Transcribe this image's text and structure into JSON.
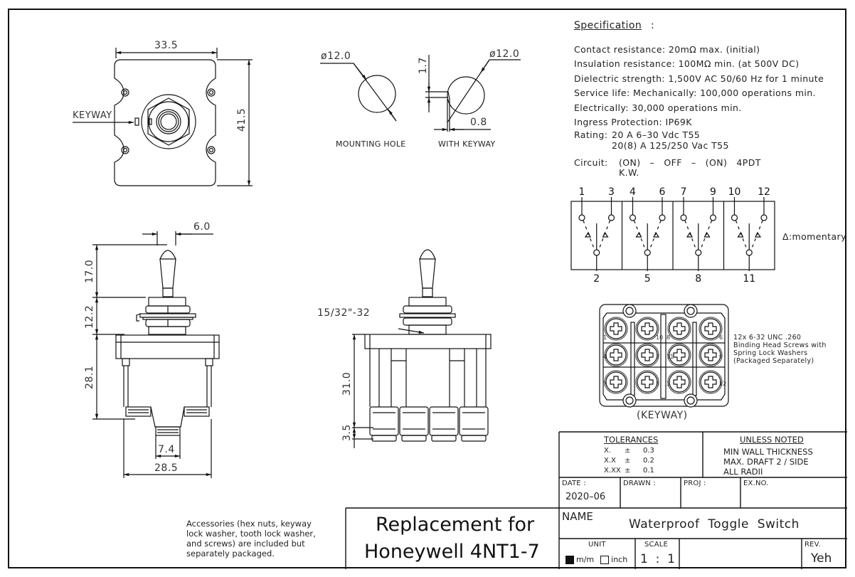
{
  "views": {
    "front": {
      "width_dim": "33.5",
      "height_dim": "41.5",
      "keyway_label": "KEYWAY"
    },
    "mounting_hole": {
      "diameter_dim": "ø12.0",
      "caption": "MOUNTING HOLE"
    },
    "with_keyway": {
      "diameter_dim": "ø12.0",
      "keyway_height_dim": "1.7",
      "keyway_width_dim": "0.8",
      "caption": "WITH KEYWAY"
    },
    "side_left": {
      "lever_width_dim": "6.0",
      "lever_height_dim": "17.0",
      "bushing_height_dim": "12.2",
      "body_height_dim": "28.1",
      "terminal_width_dim": "7.4",
      "body_width_dim": "28.5"
    },
    "side_right": {
      "thread_label": "15/32\"-32",
      "body_height_dim": "31.0",
      "terminal_height_dim": "3.5"
    },
    "bottom": {
      "caption": "(KEYWAY)",
      "terminal_numbers": [
        "1",
        "4",
        "7",
        "10",
        "2",
        "5",
        "8",
        "11",
        "3",
        "6",
        "9",
        "12"
      ],
      "screw_note": [
        "12x 6-32 UNC .260",
        "Binding Head Screws with",
        "Spring Lock Washers",
        "(Packaged Separately)"
      ]
    }
  },
  "specification": {
    "title": "Specification",
    "colon": ":",
    "lines": [
      "Contact resistance: 20mΩ max. (initial)",
      "Insulation resistance: 100MΩ min. (at 500V DC)",
      "Dielectric strength: 1,500V AC 50/60 Hz for 1 minute",
      "Service life: Mechanically: 100,000 operations min.",
      "Electrically:  30,000 operations min.",
      "Ingress Protection: IP69K"
    ],
    "rating_label": "Rating:",
    "rating_lines": [
      "20 A 6–30 Vdc T55",
      "20(8) A 125/250 Vac T55"
    ],
    "circuit_label": "Circuit:",
    "circuit_value": "(ON)   –   OFF   –   (ON)   4PDT",
    "circuit_sub": "K.W."
  },
  "circuit_diagram": {
    "poles": [
      {
        "top": [
          "1",
          "3"
        ],
        "common": "2"
      },
      {
        "top": [
          "4",
          "6"
        ],
        "common": "5"
      },
      {
        "top": [
          "7",
          "9"
        ],
        "common": "8"
      },
      {
        "top": [
          "10",
          "12"
        ],
        "common": "11"
      }
    ],
    "legend": "Δ:momentary"
  },
  "notes": {
    "accessories": [
      "Accessories (hex nuts, keyway",
      "lock washer, tooth lock washer,",
      "and screws) are included but",
      "separately packaged."
    ],
    "replacement": [
      "Replacement for",
      "Honeywell 4NT1-7"
    ]
  },
  "title_block": {
    "tolerances": {
      "title": "TOLERANCES",
      "rows": [
        {
          "format": "X.",
          "sign": "±",
          "value": "0.3"
        },
        {
          "format": "X.X",
          "sign": "±",
          "value": "0.2"
        },
        {
          "format": "X.XX",
          "sign": "±",
          "value": "0.1"
        }
      ]
    },
    "unless_noted": {
      "title": "UNLESS NOTED",
      "lines": [
        "MIN WALL THICKNESS",
        "MAX. DRAFT 2 / SIDE",
        "ALL RADII"
      ]
    },
    "date_label": "DATE :",
    "date_value": "2020–06",
    "drawn_label": "DRAWN :",
    "proj_label": "PROJ :",
    "exno_label": "EX.NO.",
    "name_label": "NAME",
    "name_value": "Waterproof  Toggle  Switch",
    "unit_label": "UNIT",
    "unit_options": [
      {
        "label": "m/m",
        "checked": true
      },
      {
        "label": "inch",
        "checked": false
      }
    ],
    "scale_label": "SCALE",
    "scale_value": "1  :  1",
    "rev_label": "REV.",
    "rev_value": "Yeh"
  }
}
